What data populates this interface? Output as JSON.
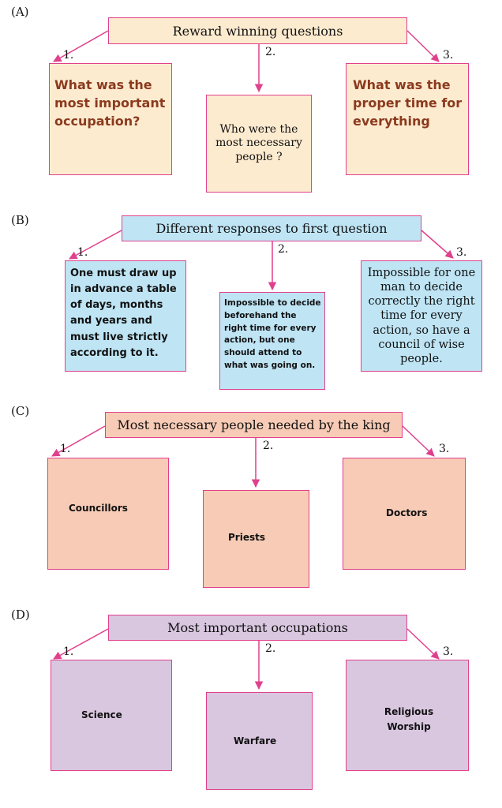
{
  "colors": {
    "border": "#e0408c",
    "section_a_fill": "#fdebd0",
    "section_b_fill": "#bfe5f5",
    "section_c_fill": "#f7cbb6",
    "section_d_fill": "#d9c7e0",
    "section_a_text": "#8b3a1e"
  },
  "sections": [
    {
      "label": "(A)",
      "title": "Reward winning questions",
      "items": [
        {
          "num": "1.",
          "text": "What was the most important occupation?"
        },
        {
          "num": "2.",
          "text": "Who were the most necessary people ?"
        },
        {
          "num": "3.",
          "text": "What was the proper time for everything"
        }
      ]
    },
    {
      "label": "(B)",
      "title": "Different responses to first question",
      "items": [
        {
          "num": "1.",
          "text": "One must draw up in advance a table of days, months and years and must live strictly according to it."
        },
        {
          "num": "2.",
          "text": "Impossible to decide beforehand the right time for every action, but one should attend to what was going on."
        },
        {
          "num": "3.",
          "text": "Impossible for one man to decide correctly the right time for every action, so have a council of wise people."
        }
      ]
    },
    {
      "label": "(C)",
      "title": "Most necessary people needed by the king",
      "items": [
        {
          "num": "1.",
          "text": "Councillors"
        },
        {
          "num": "2.",
          "text": "Priests"
        },
        {
          "num": "3.",
          "text": "Doctors"
        }
      ]
    },
    {
      "label": "(D)",
      "title": "Most important occupations",
      "items": [
        {
          "num": "1.",
          "text": "Science"
        },
        {
          "num": "2.",
          "text": "Warfare"
        },
        {
          "num": "3.",
          "text": "Religious Worship"
        }
      ]
    }
  ]
}
